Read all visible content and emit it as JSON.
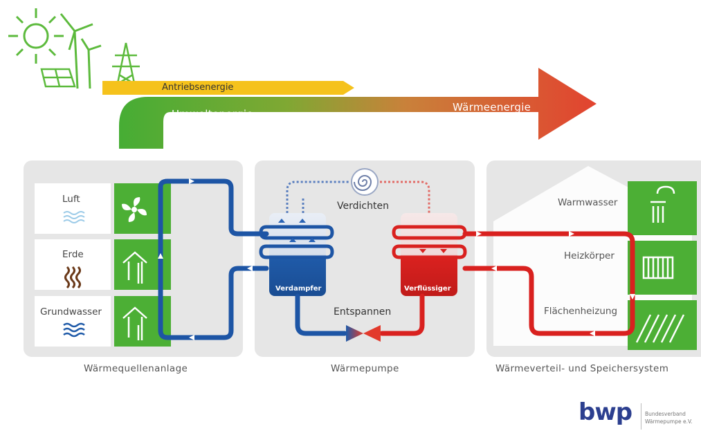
{
  "arrow": {
    "drive_energy": "Antriebsenergie",
    "environment_energy": "Umweltenergie",
    "heat_energy": "Wärmeenergie"
  },
  "sources": {
    "caption": "Wärmequellenanlage",
    "items": [
      {
        "label": "Luft",
        "icon": "air-waves-icon"
      },
      {
        "label": "Erde",
        "icon": "ground-heat-icon"
      },
      {
        "label": "Grundwasser",
        "icon": "groundwater-waves-icon"
      }
    ]
  },
  "heatpump": {
    "caption": "Wärmepumpe",
    "compress": "Verdichten",
    "expand": "Entspannen",
    "evaporator": "Verdampfer",
    "condenser": "Verflüssiger"
  },
  "distribution": {
    "caption": "Wärmeverteil- und Speichersystem",
    "items": [
      {
        "label": "Warmwasser",
        "icon": "shower-icon"
      },
      {
        "label": "Heizkörper",
        "icon": "radiator-icon"
      },
      {
        "label": "Flächenheizung",
        "icon": "floor-heating-icon"
      }
    ]
  },
  "logo": {
    "text": "bwp",
    "sub_line1": "Bundesverband",
    "sub_line2": "Wärmepumpe e.V."
  },
  "colors": {
    "green": "#4caf35",
    "yellow": "#f5c21c",
    "red": "#e23a2c",
    "blue": "#1f5aa8",
    "panel": "#e8e8e8",
    "hot_pipe": "#d9211f",
    "cold_pipe": "#1d55a5"
  }
}
